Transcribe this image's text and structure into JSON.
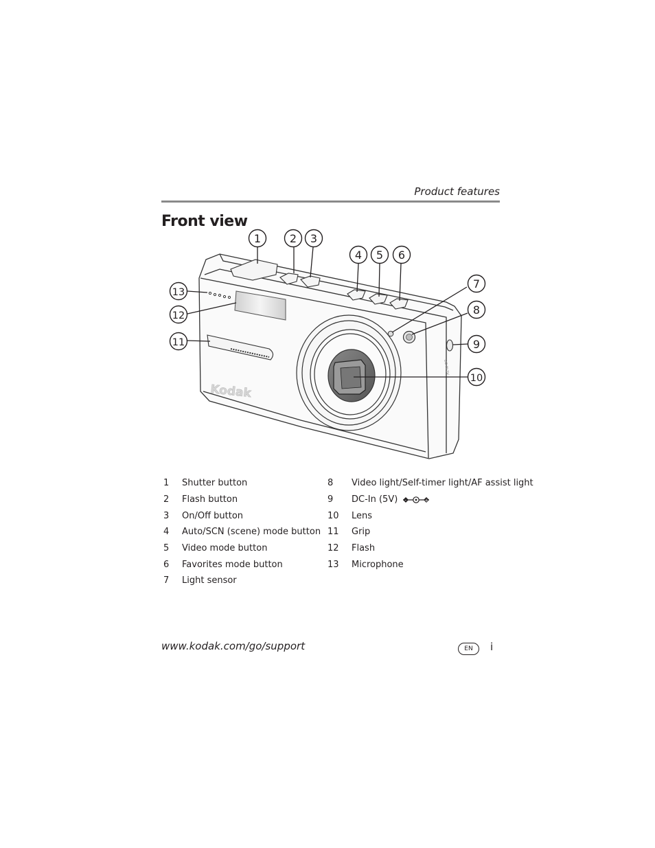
{
  "header": {
    "title": "Product features"
  },
  "section": {
    "title": "Front view"
  },
  "figure": {
    "brand": "Kodak",
    "callouts": [
      "1",
      "2",
      "3",
      "4",
      "5",
      "6",
      "7",
      "8",
      "9",
      "10",
      "11",
      "12",
      "13"
    ]
  },
  "legend": {
    "left": [
      {
        "num": "1",
        "label": "Shutter button"
      },
      {
        "num": "2",
        "label": "Flash button"
      },
      {
        "num": "3",
        "label": "On/Off button"
      },
      {
        "num": "4",
        "label": "Auto/SCN (scene) mode button"
      },
      {
        "num": "5",
        "label": "Video mode button"
      },
      {
        "num": "6",
        "label": "Favorites mode button"
      },
      {
        "num": "7",
        "label": "Light sensor"
      }
    ],
    "right": [
      {
        "num": "8",
        "label": "Video light/Self-timer light/AF assist light"
      },
      {
        "num": "9",
        "label": "DC-In (5V)"
      },
      {
        "num": "10",
        "label": "Lens"
      },
      {
        "num": "11",
        "label": "Grip"
      },
      {
        "num": "12",
        "label": "Flash"
      },
      {
        "num": "13",
        "label": "Microphone"
      }
    ]
  },
  "footer": {
    "url": "www.kodak.com/go/support",
    "lang": "EN",
    "page": "i"
  }
}
